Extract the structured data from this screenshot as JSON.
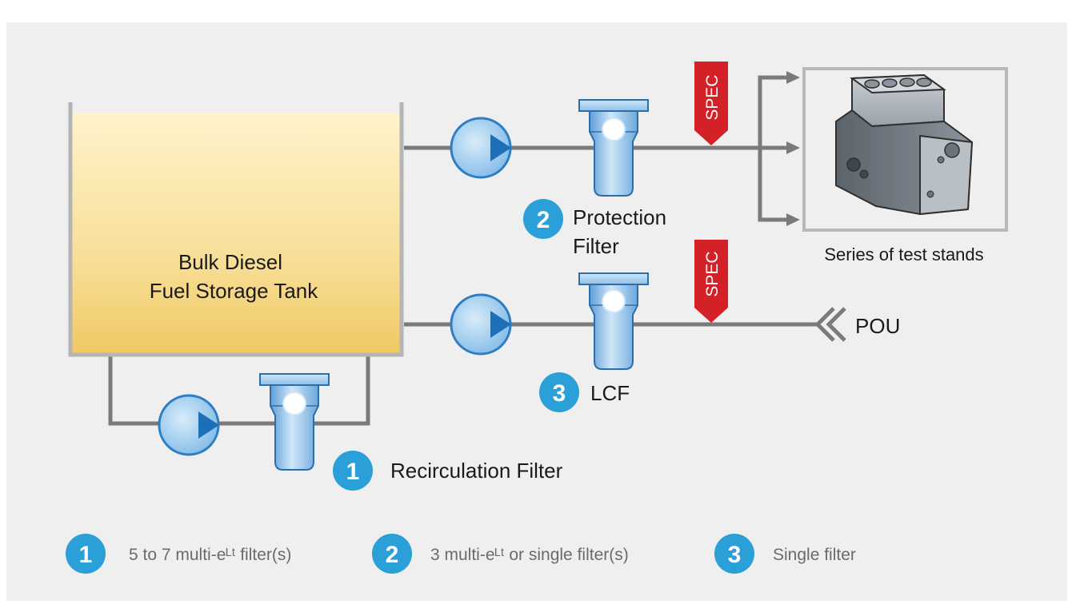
{
  "tank": {
    "line1": "Bulk Diesel",
    "line2": "Fuel Storage Tank"
  },
  "filters": [
    {
      "number": "1",
      "label": "Recirculation Filter"
    },
    {
      "number": "2",
      "label_line1": "Protection",
      "label_line2": "Filter"
    },
    {
      "number": "3",
      "label": "LCF"
    }
  ],
  "spec_tag": "SPEC",
  "test_stands_label": "Series of test stands",
  "pou_label": "POU",
  "legend": [
    {
      "number": "1",
      "text": "5 to 7 multi-eᴸᵗ filter(s)"
    },
    {
      "number": "2",
      "text": "3 multi-eᴸᵗ or single filter(s)"
    },
    {
      "number": "3",
      "text": "Single filter"
    }
  ],
  "colors": {
    "panel_bg": "#efeff0",
    "pipe": "#7a7a7a",
    "badge_blue": "#2a9fd8",
    "pump_fill": "#a7d2f0",
    "pump_arrow": "#1d6fb8",
    "spec_red": "#d42027",
    "tank_top": "#fff2c6",
    "tank_bottom": "#f2cf72"
  }
}
